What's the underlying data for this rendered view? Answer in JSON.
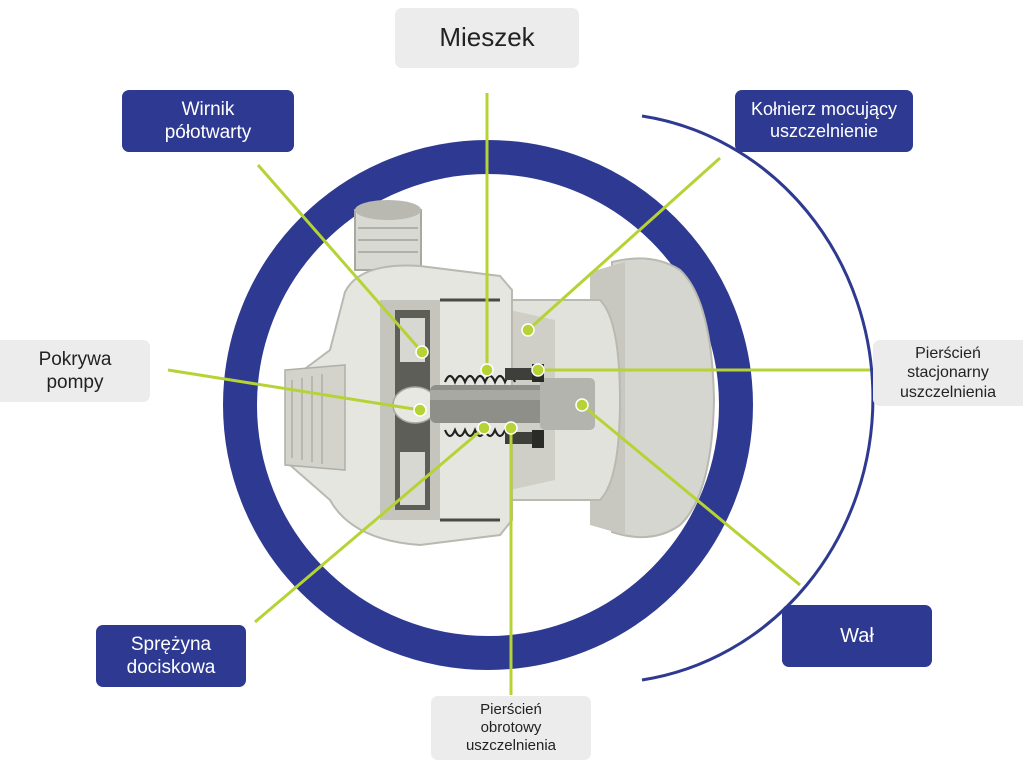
{
  "labels": {
    "mieszek": "Mieszek",
    "wirnik": "Wirnik\npółotwarty",
    "kolnierz": "Kołnierz mocujący\nuszczelnienie",
    "pokrywa": "Pokrywa\npompy",
    "pierscien_stacjonarny": "Pierścień\nstacjonarny\nuszczelnienia",
    "sprezyna": "Sprężyna\ndociskowa",
    "wal": "Wał",
    "pierscien_obrotowy": "Pierścień\nobrotowy\nuszczelnienia"
  },
  "colors": {
    "ring": "#2e3a91",
    "dark_label": "#2e3a91",
    "light_label": "#ececec",
    "leader": "#b5d334",
    "pump_body": "#dcdcd6"
  }
}
